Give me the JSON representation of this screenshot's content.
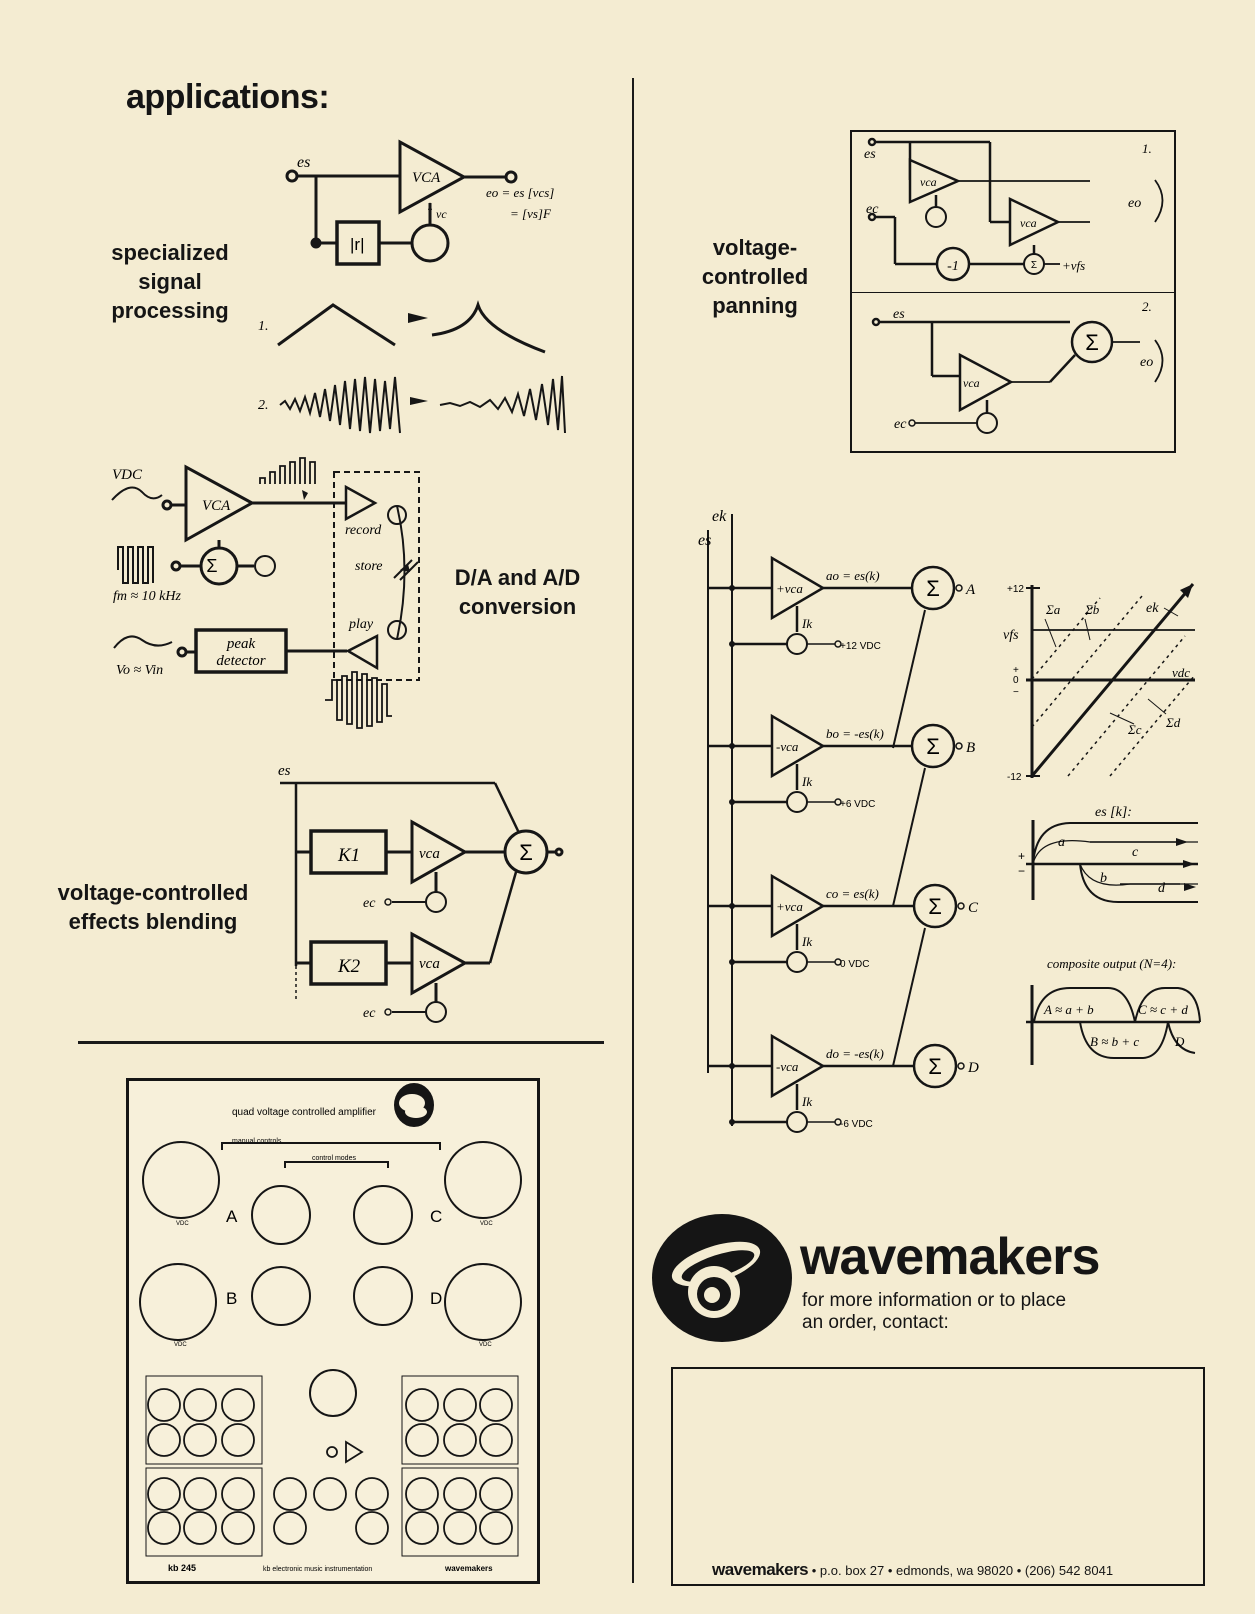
{
  "left": {
    "heading": "applications:",
    "sections": {
      "signal_processing": "specialized signal processing",
      "da_ad": "D/A and A/D conversion",
      "effects_blending": "voltage-controlled effects blending"
    },
    "diagram1": {
      "in": "es",
      "amp": "VCA",
      "ctrl": "vc",
      "out1": "eo = es [vcs]",
      "out2": "= [vs]F",
      "rect": "|r|",
      "step1": "1.",
      "step2": "2."
    },
    "diagram2": {
      "vdc": "VDC",
      "amp": "VCA",
      "fm": "fm ≈ 10 kHz",
      "record": "record",
      "store": "store",
      "play": "play",
      "detector1": "peak",
      "detector2": "detector",
      "vin": "Vo ≈ Vin"
    },
    "diagram3": {
      "in": "es",
      "k1": "K1",
      "k2": "K2",
      "amp": "vca",
      "ctrl": "ec"
    }
  },
  "panel": {
    "title": "quad voltage controlled amplifier",
    "manual": "manual controls",
    "modes": "control modes",
    "channels": [
      "A",
      "B",
      "C",
      "D"
    ],
    "vdc": "VDC",
    "model": "kb 245",
    "maker": "kb electronic music instrumentation",
    "brand": "wavemakers"
  },
  "right": {
    "panning": {
      "label": "voltage-controlled panning",
      "es": "es",
      "ec": "ec",
      "amp": "vca",
      "inv": "-1",
      "vfs": "+vfs",
      "eo": "eo",
      "step1": "1.",
      "step2": "2."
    },
    "quad": {
      "ek": "ek",
      "es": "es",
      "ik": "Ik",
      "outputs": [
        {
          "eq": "ao = es(k)",
          "amp": "+vca",
          "vdc": "+12 VDC",
          "out": "A"
        },
        {
          "eq": "bo = -es(k)",
          "amp": "-vca",
          "vdc": "+6 VDC",
          "out": "B"
        },
        {
          "eq": "co = es(k)",
          "amp": "+vca",
          "vdc": "0 VDC",
          "out": "C"
        },
        {
          "eq": "do = -es(k)",
          "amp": "-vca",
          "vdc": "-6 VDC",
          "out": "D"
        }
      ]
    },
    "graph": {
      "ymax": "+12",
      "ymin": "-12",
      "vfs": "vfs",
      "vdc": "vdc",
      "plus": "+",
      "zero": "0",
      "minus": "−",
      "ek": "ek",
      "sa": "Σa",
      "sb": "Σb",
      "sc": "Σc",
      "sd": "Σd"
    },
    "envelope": {
      "title": "es [k]:",
      "a": "a",
      "b": "b",
      "c": "c",
      "d": "d"
    },
    "composite": {
      "title": "composite output (N=4):",
      "A": "A ≈ a + b",
      "B": "B ≈ b + c",
      "C": "C ≈ c + d",
      "D": "D"
    },
    "logo": {
      "brand": "wavemakers",
      "line1": "for more information or to place",
      "line2": "an order, contact:"
    },
    "address": {
      "brand": "wavemakers",
      "text": " • p.o. box 27 • edmonds, wa 98020 • (206) 542 8041"
    }
  }
}
